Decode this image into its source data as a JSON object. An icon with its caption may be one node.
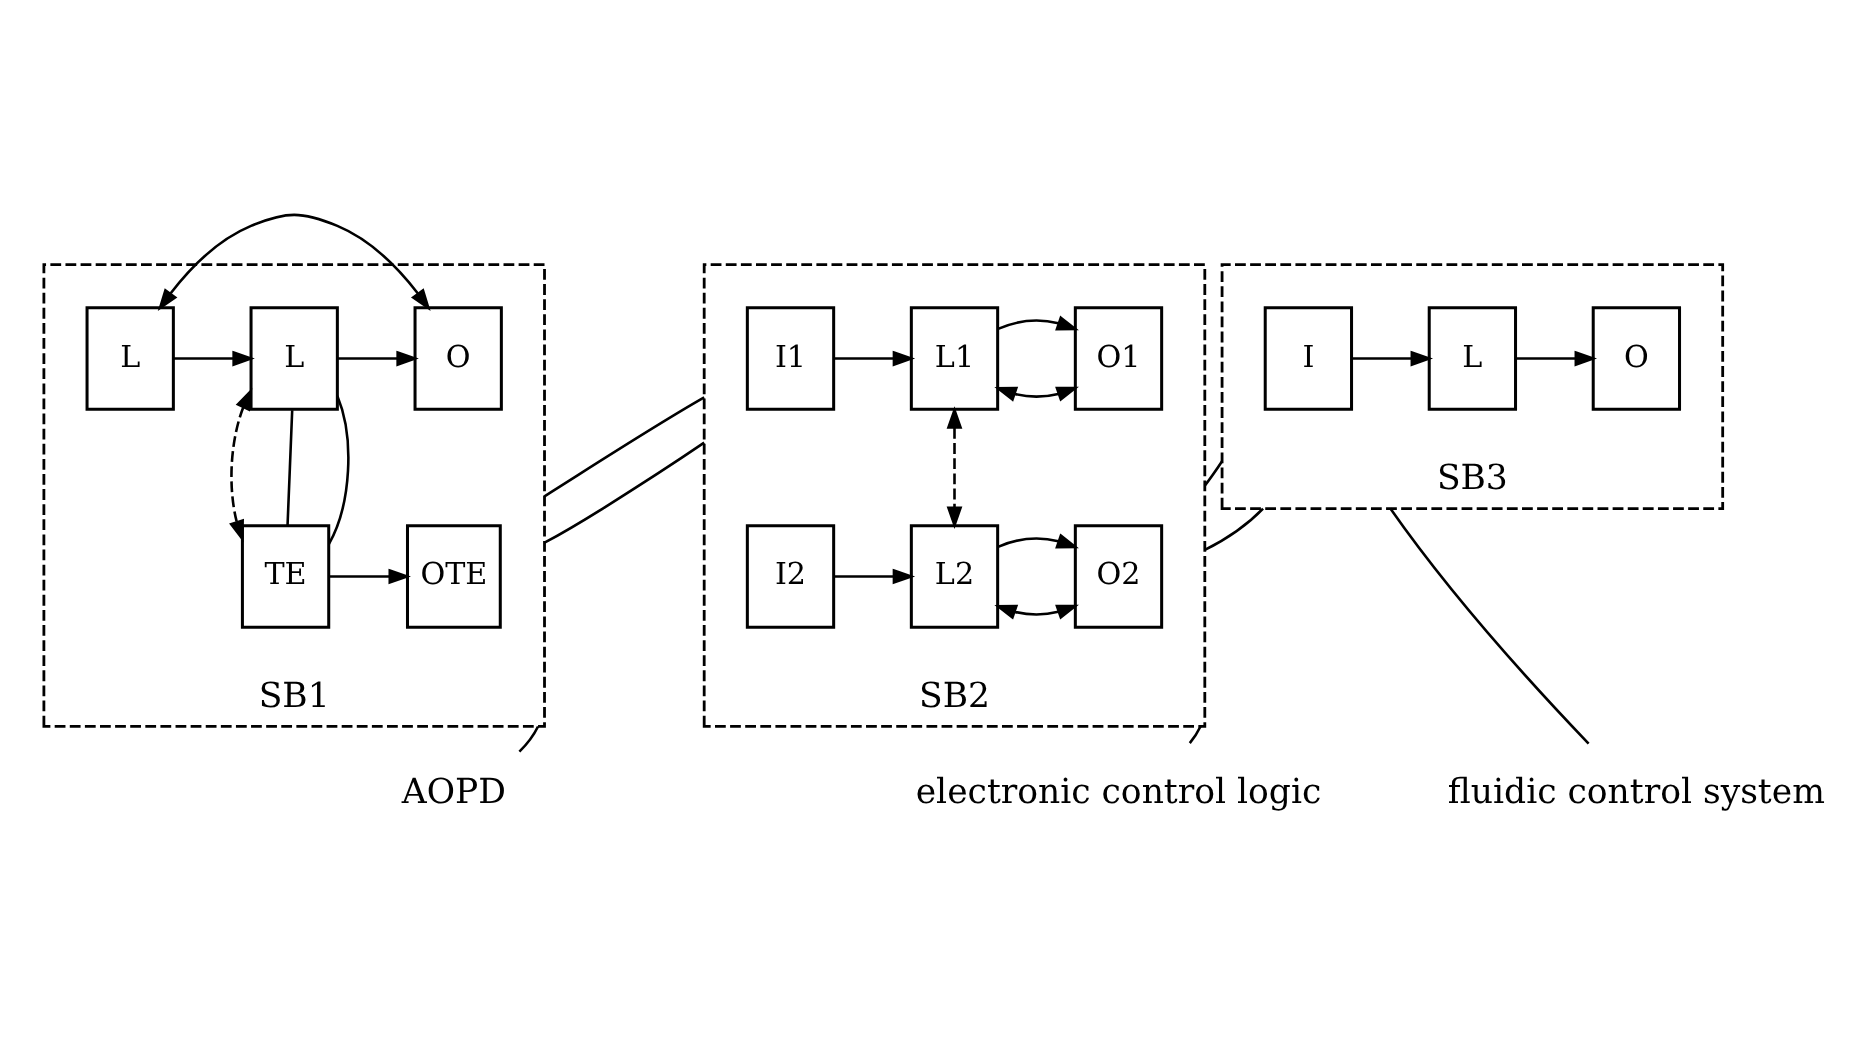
{
  "diagram": {
    "nodes": [
      {
        "text": [
          "SB1"
        ]
      },
      {
        "text": [
          "L"
        ],
        "in": 0
      },
      {
        "text": [
          "L"
        ],
        "in": 0
      },
      {
        "text": [
          "O"
        ],
        "in": 0
      },
      {
        "text": [
          "TE"
        ],
        "in": 0
      },
      {
        "text": [
          "OTE"
        ],
        "in": 0
      },
      {
        "text": [
          "SB2"
        ]
      },
      {
        "text": [
          "I1"
        ],
        "in": 6
      },
      {
        "text": [
          "L1"
        ],
        "in": 6
      },
      {
        "text": [
          "O1"
        ],
        "in": 6
      },
      {
        "text": [
          "I2"
        ],
        "in": 6
      },
      {
        "text": [
          "L2"
        ],
        "in": 6
      },
      {
        "text": [
          "O2"
        ],
        "in": 6
      },
      {
        "text": [
          "SB3"
        ]
      },
      {
        "text": [
          "I"
        ],
        "in": 13
      },
      {
        "text": [
          "L"
        ],
        "in": 13
      },
      {
        "text": [
          "O"
        ],
        "in": 13
      },
      {
        "text": [
          "AOPD"
        ]
      },
      {
        "text": [
          "electronic control logic"
        ]
      },
      {
        "text": [
          "fluidic control system"
        ]
      }
    ],
    "edges": [
      {
        "from": 1,
        "to": 2,
        "arrow": "to"
      },
      {
        "from": 2,
        "to": 3,
        "arrow": "to"
      },
      {
        "from": 1,
        "to": 3,
        "arrow": "both"
      },
      {
        "from": 2,
        "to": 4,
        "arrow": "both",
        "style": "dashed"
      },
      {
        "from": 2,
        "to": 4,
        "arrow": "none"
      },
      {
        "from": 2,
        "to": 4,
        "arrow": "none"
      },
      {
        "from": 4,
        "to": 5,
        "arrow": "to"
      },
      {
        "from": 0,
        "to": 6,
        "arrow": "none"
      },
      {
        "from": 0,
        "to": 6,
        "arrow": "none"
      },
      {
        "from": 7,
        "to": 8,
        "arrow": "to"
      },
      {
        "from": 8,
        "to": 9,
        "arrow": "both"
      },
      {
        "from": 8,
        "to": 9,
        "arrow": "to"
      },
      {
        "from": 8,
        "to": 11,
        "arrow": "both",
        "style": "dashed"
      },
      {
        "from": 10,
        "to": 11,
        "arrow": "to"
      },
      {
        "from": 11,
        "to": 12,
        "arrow": "both"
      },
      {
        "from": 11,
        "to": 12,
        "arrow": "to"
      },
      {
        "from": 6,
        "to": 13,
        "arrow": "none"
      },
      {
        "from": 6,
        "to": 13,
        "arrow": "none"
      },
      {
        "from": 14,
        "to": 15,
        "arrow": "to"
      },
      {
        "from": 15,
        "to": 16,
        "arrow": "to"
      },
      {
        "from": 17,
        "to": 0,
        "arrow": "none"
      },
      {
        "from": 18,
        "to": 6,
        "arrow": "none"
      },
      {
        "from": 19,
        "to": 13,
        "arrow": "none"
      }
    ]
  }
}
